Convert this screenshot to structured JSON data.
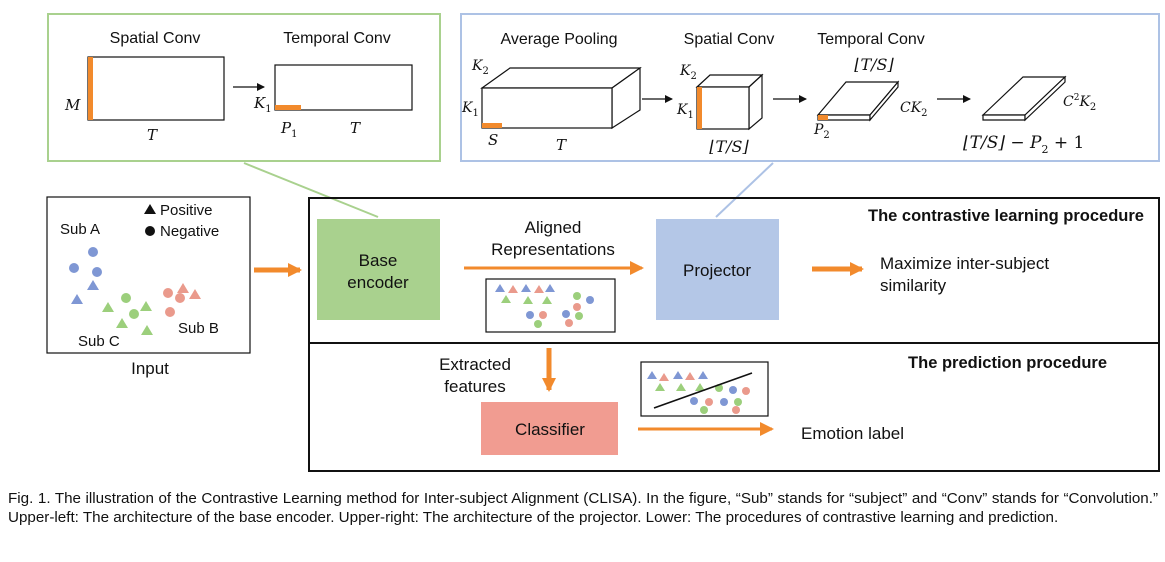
{
  "encoder_panel": {
    "spatial_title": "Spatial Conv",
    "temporal_title": "Temporal Conv",
    "label_M": "M",
    "label_T1": "T",
    "label_K1": "K",
    "label_K1_sub": "1",
    "label_P1": "P",
    "label_P1_sub": "1",
    "label_T2": "T"
  },
  "projector_panel": {
    "pool_title": "Average Pooling",
    "spatial_title": "Spatial Conv",
    "temporal_title": "Temporal Conv",
    "pool_K2": "K",
    "pool_K2_sub": "2",
    "pool_K1": "K",
    "pool_K1_sub": "1",
    "pool_S": "S",
    "pool_T": "T",
    "sp_K2": "K",
    "sp_K2_sub": "2",
    "sp_K1": "K",
    "sp_K1_sub": "1",
    "sp_bottom": "⌊T/S⌋",
    "tc_top": "⌊T/S⌋",
    "tc_CK2": "CK",
    "tc_CK2_sub": "2",
    "tc_P2": "P",
    "tc_P2_sub": "2",
    "out_C2K2": "C",
    "out_C2K2_sup": "2",
    "out_C2K2_K": "K",
    "out_C2K2_sub": "2",
    "out_bottom_a": "⌊T/S⌋ − P",
    "out_bottom_sub": "2",
    "out_bottom_b": " + 1"
  },
  "input_panel": {
    "legend_positive": "Positive",
    "legend_negative": "Negative",
    "sub_a": "Sub A",
    "sub_b": "Sub B",
    "sub_c": "Sub C",
    "caption": "Input"
  },
  "contrastive": {
    "title": "The contrastive learning procedure",
    "base_encoder": [
      "Base",
      "encoder"
    ],
    "aligned": [
      "Aligned",
      "Representations"
    ],
    "projector": "Projector",
    "maximize": [
      "Maximize inter-subject",
      "similarity"
    ]
  },
  "prediction": {
    "title": "The prediction procedure",
    "extracted": [
      "Extracted",
      "features"
    ],
    "classifier": "Classifier",
    "emotion": "Emotion label"
  },
  "colors": {
    "subject_a": "#7f97d4",
    "subject_b": "#ea9a8c",
    "subject_c": "#9ccf7c",
    "base_encoder_fill": "#a9d18e",
    "projector_fill": "#b4c7e7",
    "classifier_fill": "#f19c91",
    "arrow_orange": "#f28a2c",
    "encoder_border": "#a9d18e",
    "projector_border": "#adc2e5"
  },
  "caption": "Fig. 1. The illustration of the Contrastive Learning method for Inter-subject Alignment (CLISA). In the figure, “Sub” stands for “subject” and “Conv” stands for “Convolution.” Upper-left: The architecture of the base encoder. Upper-right: The architecture of the projector. Lower: The procedures of contrastive learning and prediction."
}
